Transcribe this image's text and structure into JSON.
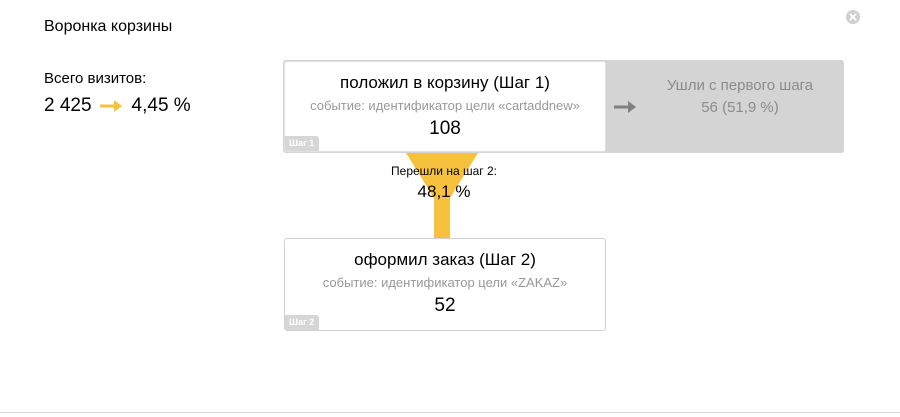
{
  "widget": {
    "title": "Воронка корзины"
  },
  "visits": {
    "label": "Всего визитов:",
    "total": "2 425",
    "conversion": "4,45 %"
  },
  "steps": [
    {
      "name": "положил в корзину (Шаг 1)",
      "event": "событие: идентификатор цели «cartaddnew»",
      "count": "108",
      "badge": "Шаг 1"
    },
    {
      "name": "оформил заказ (Шаг 2)",
      "event": "событие: идентификатор цели «ZAKAZ»",
      "count": "52",
      "badge": "Шаг 2"
    }
  ],
  "exit": {
    "label": "Ушли с первого шага",
    "value": "56 (51,9 %)"
  },
  "transition": {
    "label": "Перешли на шаг 2:",
    "value": "48,1 %"
  },
  "icons": {
    "close": "close-circle-icon",
    "conversion_arrow": "arrow-right-icon",
    "exit_arrow": "arrow-right-icon"
  },
  "colors": {
    "accent": "#f6c23e",
    "exit_background": "#d4d4d4",
    "muted_text": "#8c8c8c"
  }
}
